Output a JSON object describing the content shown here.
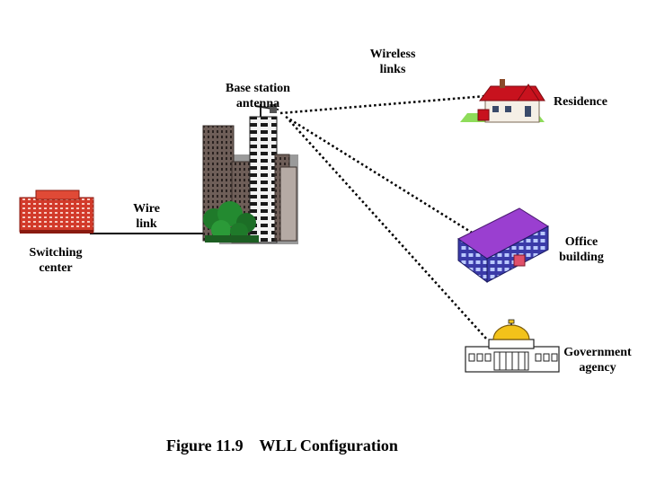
{
  "labels": {
    "wireless_links": [
      "Wireless",
      "links"
    ],
    "base_station": [
      "Base station",
      "antenna"
    ],
    "residence": [
      "Residence"
    ],
    "wire_link": [
      "Wire",
      "link"
    ],
    "switching_center": [
      "Switching",
      "center"
    ],
    "office_building": [
      "Office",
      "building"
    ],
    "government_agency": [
      "Government",
      "agency"
    ]
  },
  "caption": {
    "number": "Figure 11.9",
    "title": "WLL Configuration"
  },
  "colors": {
    "switching_building": "#d23a2a",
    "residence_roof": "#c8121e",
    "residence_lawn": "#8edc5a",
    "office_roof": "#9a3fd0",
    "office_wall": "#3a3aa8",
    "dome": "#f2c21a",
    "trees": "#1f7a2a",
    "city": "#7a6a62",
    "link_line": "#000000"
  },
  "icons": {
    "switching_center": "red-office-building-icon",
    "base_station": "city-skyline-antenna-icon",
    "residence": "house-icon",
    "office_building": "purple-office-building-icon",
    "government_agency": "capitol-dome-building-icon"
  }
}
